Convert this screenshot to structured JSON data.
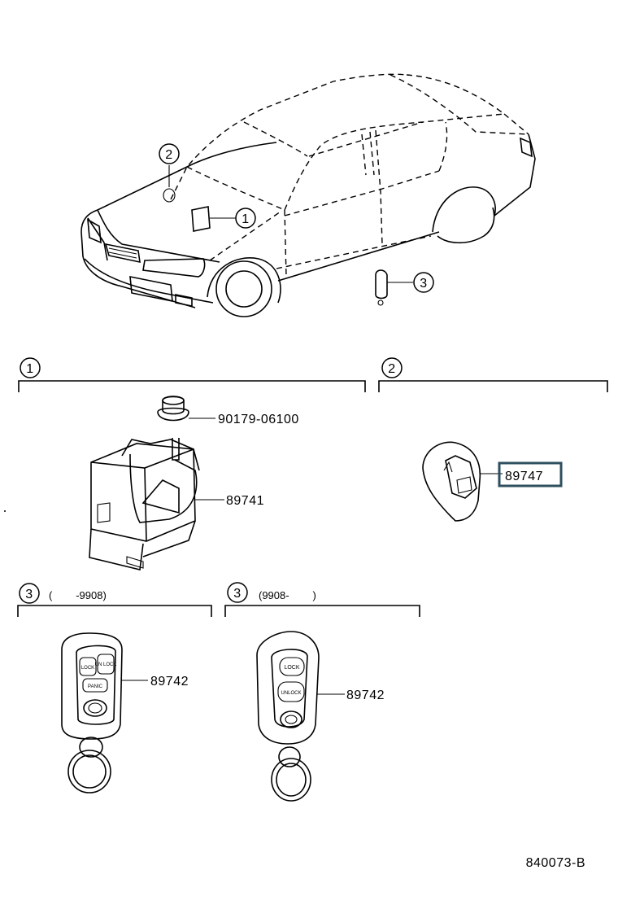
{
  "callouts": {
    "c1": "1",
    "c2": "2",
    "c3": "3"
  },
  "groups": {
    "group1_label": "1",
    "group2_label": "2",
    "group3a_label": "3",
    "group3a_range": "(        -9908)",
    "group3b_label": "3",
    "group3b_range": "(9908-        )"
  },
  "parts": {
    "bolt": "90179-06100",
    "ecu": "89741",
    "sensor": "89747",
    "fob_old": "89742",
    "fob_new": "89742"
  },
  "fob_buttons": {
    "old": [
      "LOCK",
      "UN LOCK",
      "PANIC"
    ],
    "new": [
      "LOCK",
      "UNLOCK"
    ]
  },
  "diagram_id": "840073-B",
  "colors": {
    "line": "#000000",
    "highlight_box": "#2f4f5f"
  }
}
